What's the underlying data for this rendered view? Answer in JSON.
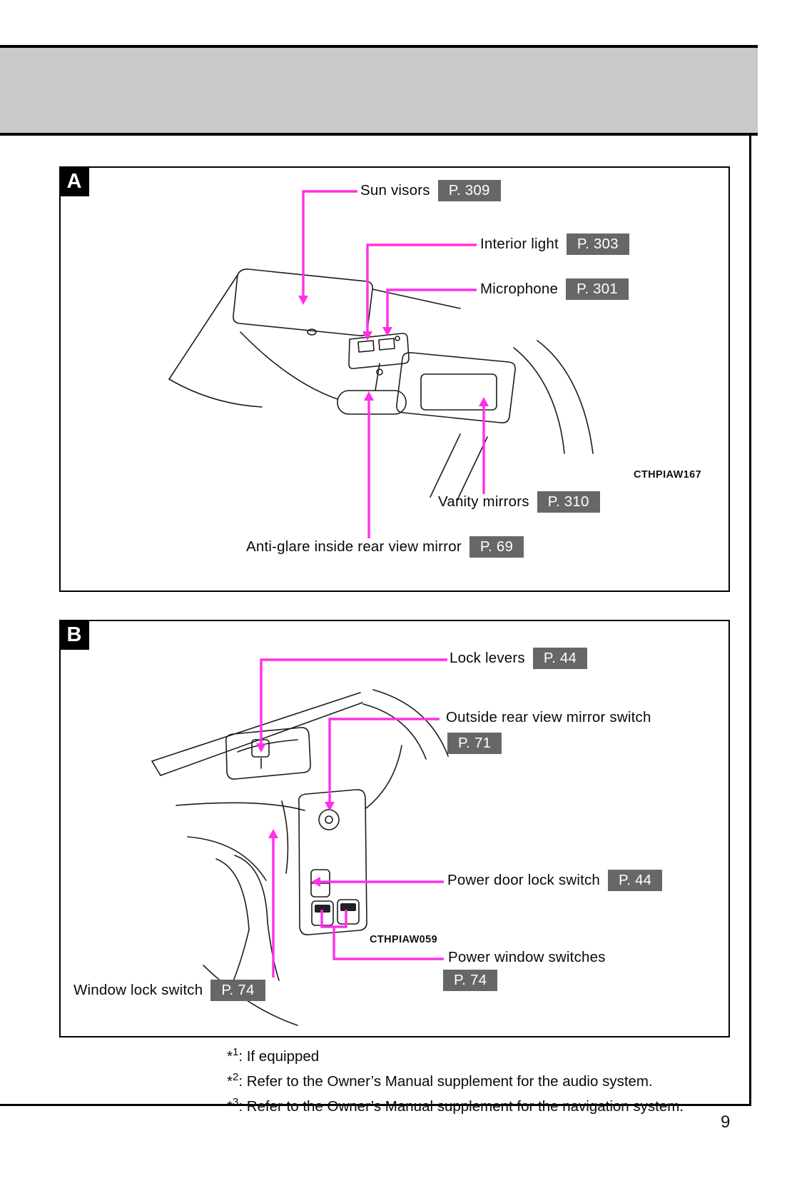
{
  "page": {
    "number": "9"
  },
  "colors": {
    "leader_line": "#ff30e6",
    "badge_bg": "#676767",
    "badge_text": "#ffffff",
    "header_band": "#c9c9c9",
    "panel_border": "#000000"
  },
  "panels": [
    {
      "label": "A",
      "figure_code": "CTHPIAW167",
      "callouts": [
        {
          "text": "Sun visors",
          "page_ref": "P. 309"
        },
        {
          "text": "Interior light",
          "page_ref": "P. 303"
        },
        {
          "text": "Microphone",
          "page_ref": "P. 301"
        },
        {
          "text": "Vanity mirrors",
          "page_ref": "P. 310"
        },
        {
          "text": "Anti-glare inside rear view mirror",
          "page_ref": "P. 69"
        }
      ]
    },
    {
      "label": "B",
      "figure_code": "CTHPIAW059",
      "callouts": [
        {
          "text": "Lock levers",
          "page_ref": "P. 44"
        },
        {
          "text": "Outside rear view mirror switch",
          "page_ref": "P. 71"
        },
        {
          "text": "Power door lock switch",
          "page_ref": "P. 44"
        },
        {
          "text": "Power window switches",
          "page_ref": "P. 74"
        },
        {
          "text": "Window lock switch",
          "page_ref": "P. 74"
        }
      ]
    }
  ],
  "footnotes": [
    {
      "star": "*",
      "num": "1",
      "text": ": If equipped"
    },
    {
      "star": "*",
      "num": "2",
      "text": ": Refer to the Owner’s Manual supplement for the audio system."
    },
    {
      "star": "*",
      "num": "3",
      "text": ": Refer to the Owner’s Manual supplement for the navigation system."
    }
  ]
}
